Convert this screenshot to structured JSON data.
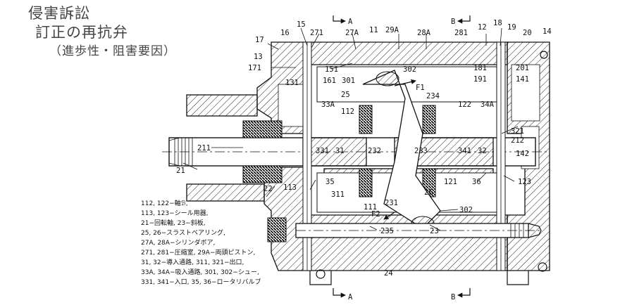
{
  "heading": {
    "line1": "侵害訴訟",
    "line2": "訂正の再抗弁",
    "line3": "（進歩性・阻害要因）"
  },
  "section_marks": {
    "a": "A",
    "b": "B"
  },
  "callouts": [
    {
      "id": "c15",
      "text": "15"
    },
    {
      "id": "c16",
      "text": "16"
    },
    {
      "id": "c271",
      "text": "271"
    },
    {
      "id": "c27A",
      "text": "27A"
    },
    {
      "id": "c11",
      "text": "11"
    },
    {
      "id": "c29A",
      "text": "29A"
    },
    {
      "id": "c28A",
      "text": "28A"
    },
    {
      "id": "c281",
      "text": "281"
    },
    {
      "id": "c12",
      "text": "12"
    },
    {
      "id": "c18",
      "text": "18"
    },
    {
      "id": "c19",
      "text": "19"
    },
    {
      "id": "c20",
      "text": "20"
    },
    {
      "id": "c14",
      "text": "14"
    },
    {
      "id": "c17",
      "text": "17"
    },
    {
      "id": "c13",
      "text": "13"
    },
    {
      "id": "c171",
      "text": "171"
    },
    {
      "id": "c131",
      "text": "131"
    },
    {
      "id": "c151",
      "text": "151"
    },
    {
      "id": "c161",
      "text": "161"
    },
    {
      "id": "c301",
      "text": "301"
    },
    {
      "id": "c302a",
      "text": "302"
    },
    {
      "id": "cF1",
      "text": "F1"
    },
    {
      "id": "c234",
      "text": "234"
    },
    {
      "id": "c25",
      "text": "25"
    },
    {
      "id": "c33A",
      "text": "33A"
    },
    {
      "id": "c112",
      "text": "112"
    },
    {
      "id": "c122",
      "text": "122"
    },
    {
      "id": "c34A",
      "text": "34A"
    },
    {
      "id": "c181",
      "text": "181"
    },
    {
      "id": "c191",
      "text": "191"
    },
    {
      "id": "c201",
      "text": "201"
    },
    {
      "id": "c141",
      "text": "141"
    },
    {
      "id": "c321",
      "text": "321"
    },
    {
      "id": "c212",
      "text": "212"
    },
    {
      "id": "c142",
      "text": "142"
    },
    {
      "id": "c211",
      "text": "211"
    },
    {
      "id": "c331",
      "text": "331"
    },
    {
      "id": "c31",
      "text": "31"
    },
    {
      "id": "c232",
      "text": "232"
    },
    {
      "id": "c233",
      "text": "233"
    },
    {
      "id": "c341",
      "text": "341"
    },
    {
      "id": "c32",
      "text": "32"
    },
    {
      "id": "c21",
      "text": "21"
    },
    {
      "id": "c35",
      "text": "35"
    },
    {
      "id": "c121",
      "text": "121"
    },
    {
      "id": "c36",
      "text": "36"
    },
    {
      "id": "c123",
      "text": "123"
    },
    {
      "id": "c26",
      "text": "26"
    },
    {
      "id": "c22",
      "text": "22"
    },
    {
      "id": "c113",
      "text": "113"
    },
    {
      "id": "c311",
      "text": "311"
    },
    {
      "id": "c111",
      "text": "111"
    },
    {
      "id": "c231",
      "text": "231"
    },
    {
      "id": "cF2",
      "text": "F2"
    },
    {
      "id": "c302b",
      "text": "302"
    },
    {
      "id": "c235",
      "text": "235"
    },
    {
      "id": "c23",
      "text": "23"
    },
    {
      "id": "c24",
      "text": "24"
    }
  ],
  "legend": [
    "112, 122−軸ℬ,",
    "113, 123−シール用器,",
    "21−回転軸, 23−斜板,",
    "25, 26−スラストベアリング,",
    "27A, 28A−シリンダボア,",
    "271, 281−圧縮室, 29A−両頭ピストン,",
    "31, 32−導入通路, 311, 321−出口,",
    "33A, 34A−吸入通路, 301, 302−シュー,",
    "331, 341−入口, 35, 36−ロータリバルブ"
  ]
}
